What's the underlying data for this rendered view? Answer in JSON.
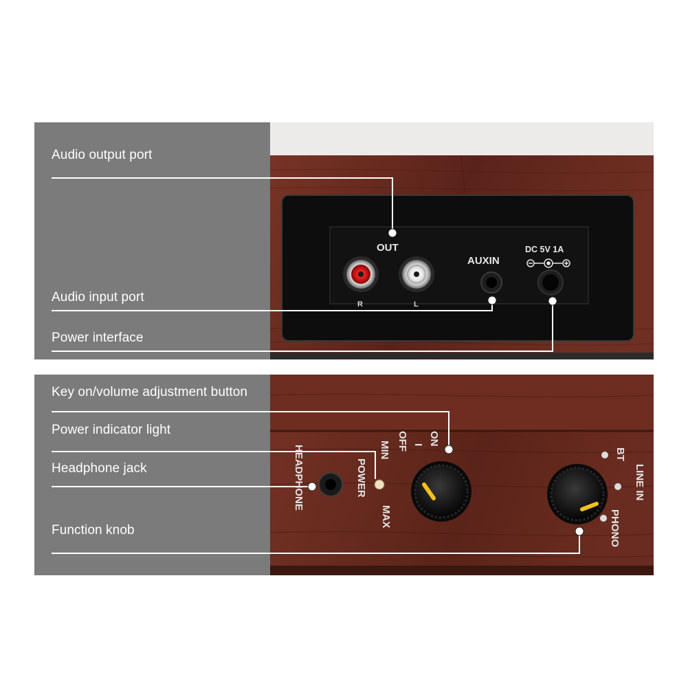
{
  "top_panel": {
    "callouts": [
      {
        "label": "Audio output port"
      },
      {
        "label": "Audio input port"
      },
      {
        "label": "Power interface"
      }
    ],
    "device_text": {
      "out": "OUT",
      "auxin": "AUXIN",
      "dc": "DC 5V 1A",
      "r": "R",
      "l": "L"
    }
  },
  "bottom_panel": {
    "callouts": [
      {
        "label": "Key on/volume adjustment button"
      },
      {
        "label": "Power indicator light"
      },
      {
        "label": "Headphone jack"
      },
      {
        "label": "Function knob"
      }
    ],
    "device_text": {
      "headphone": "HEADPHONE",
      "power": "POWER",
      "max": "MAX",
      "min": "MIN",
      "off": "OFF",
      "i": "I",
      "on": "ON",
      "bt": "BT",
      "line_in": "LINE IN",
      "phono": "PHONO"
    }
  },
  "colors": {
    "sidebar": "#7b7b7b",
    "wood": "#6b2e22",
    "panel_black": "#0d0d0d",
    "callout_line": "#ffffff",
    "knob_marker": "#f2c21b"
  }
}
